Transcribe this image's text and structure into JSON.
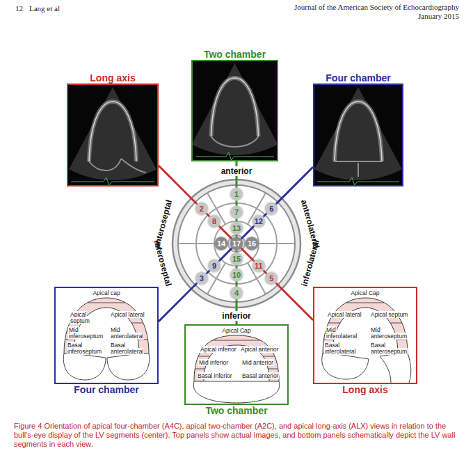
{
  "diagram": {
    "caption": "Figure 4 Orientation of apical four-chamber (A4C), apical two-chamber (A2C), and apical long-axis (ALX) views in relation to the bull's-eye display of the LV segments (center). Top panels show actual images, and bottom panels schematically depict the LV wall segments in each view.",
    "nodes": [
      {
        "text": [
          "Long axis"
        ]
      },
      {
        "text": [
          "Two chamber"
        ]
      },
      {
        "text": [
          "Four chamber"
        ]
      },
      {
        "text": [
          "Apical cap",
          "Apical septum",
          "Apical lateral",
          "Mid inferoseptum",
          "Mid anterolateral",
          "Basal inferoseptum",
          "Basal anterolateral",
          "Four chamber"
        ]
      },
      {
        "text": [
          "Apical Cap",
          "Apical inferior",
          "Apical anterior",
          "Mid inferior",
          "Mid anterior",
          "Basal inferior",
          "Basal anterior",
          "Two chamber"
        ]
      },
      {
        "text": [
          "Apical Cap",
          "Apical lateral",
          "Apical septum",
          "Mid inferolateral",
          "Mid anteroseptum",
          "Basal inferolateral",
          "Basal anteroseptum",
          "Long axis"
        ]
      }
    ],
    "edges": [
      {
        "from": 0,
        "to": 5,
        "arrow": "none"
      },
      {
        "from": 1,
        "to": 4,
        "arrow": "none"
      },
      {
        "from": 2,
        "to": 3,
        "arrow": "none"
      }
    ],
    "labels": [
      "12",
      "Lang et al",
      "Journal of the American Society of Echocardiography",
      "January 2015",
      "anterior",
      "anteroseptal",
      "anterolateral",
      "inferoseptal",
      "inferolateral",
      "inferior",
      "1",
      "2",
      "3",
      "4",
      "5",
      "6",
      "7",
      "8",
      "9",
      "10",
      "11",
      "12",
      "13",
      "14",
      "15",
      "16",
      "17"
    ]
  }
}
